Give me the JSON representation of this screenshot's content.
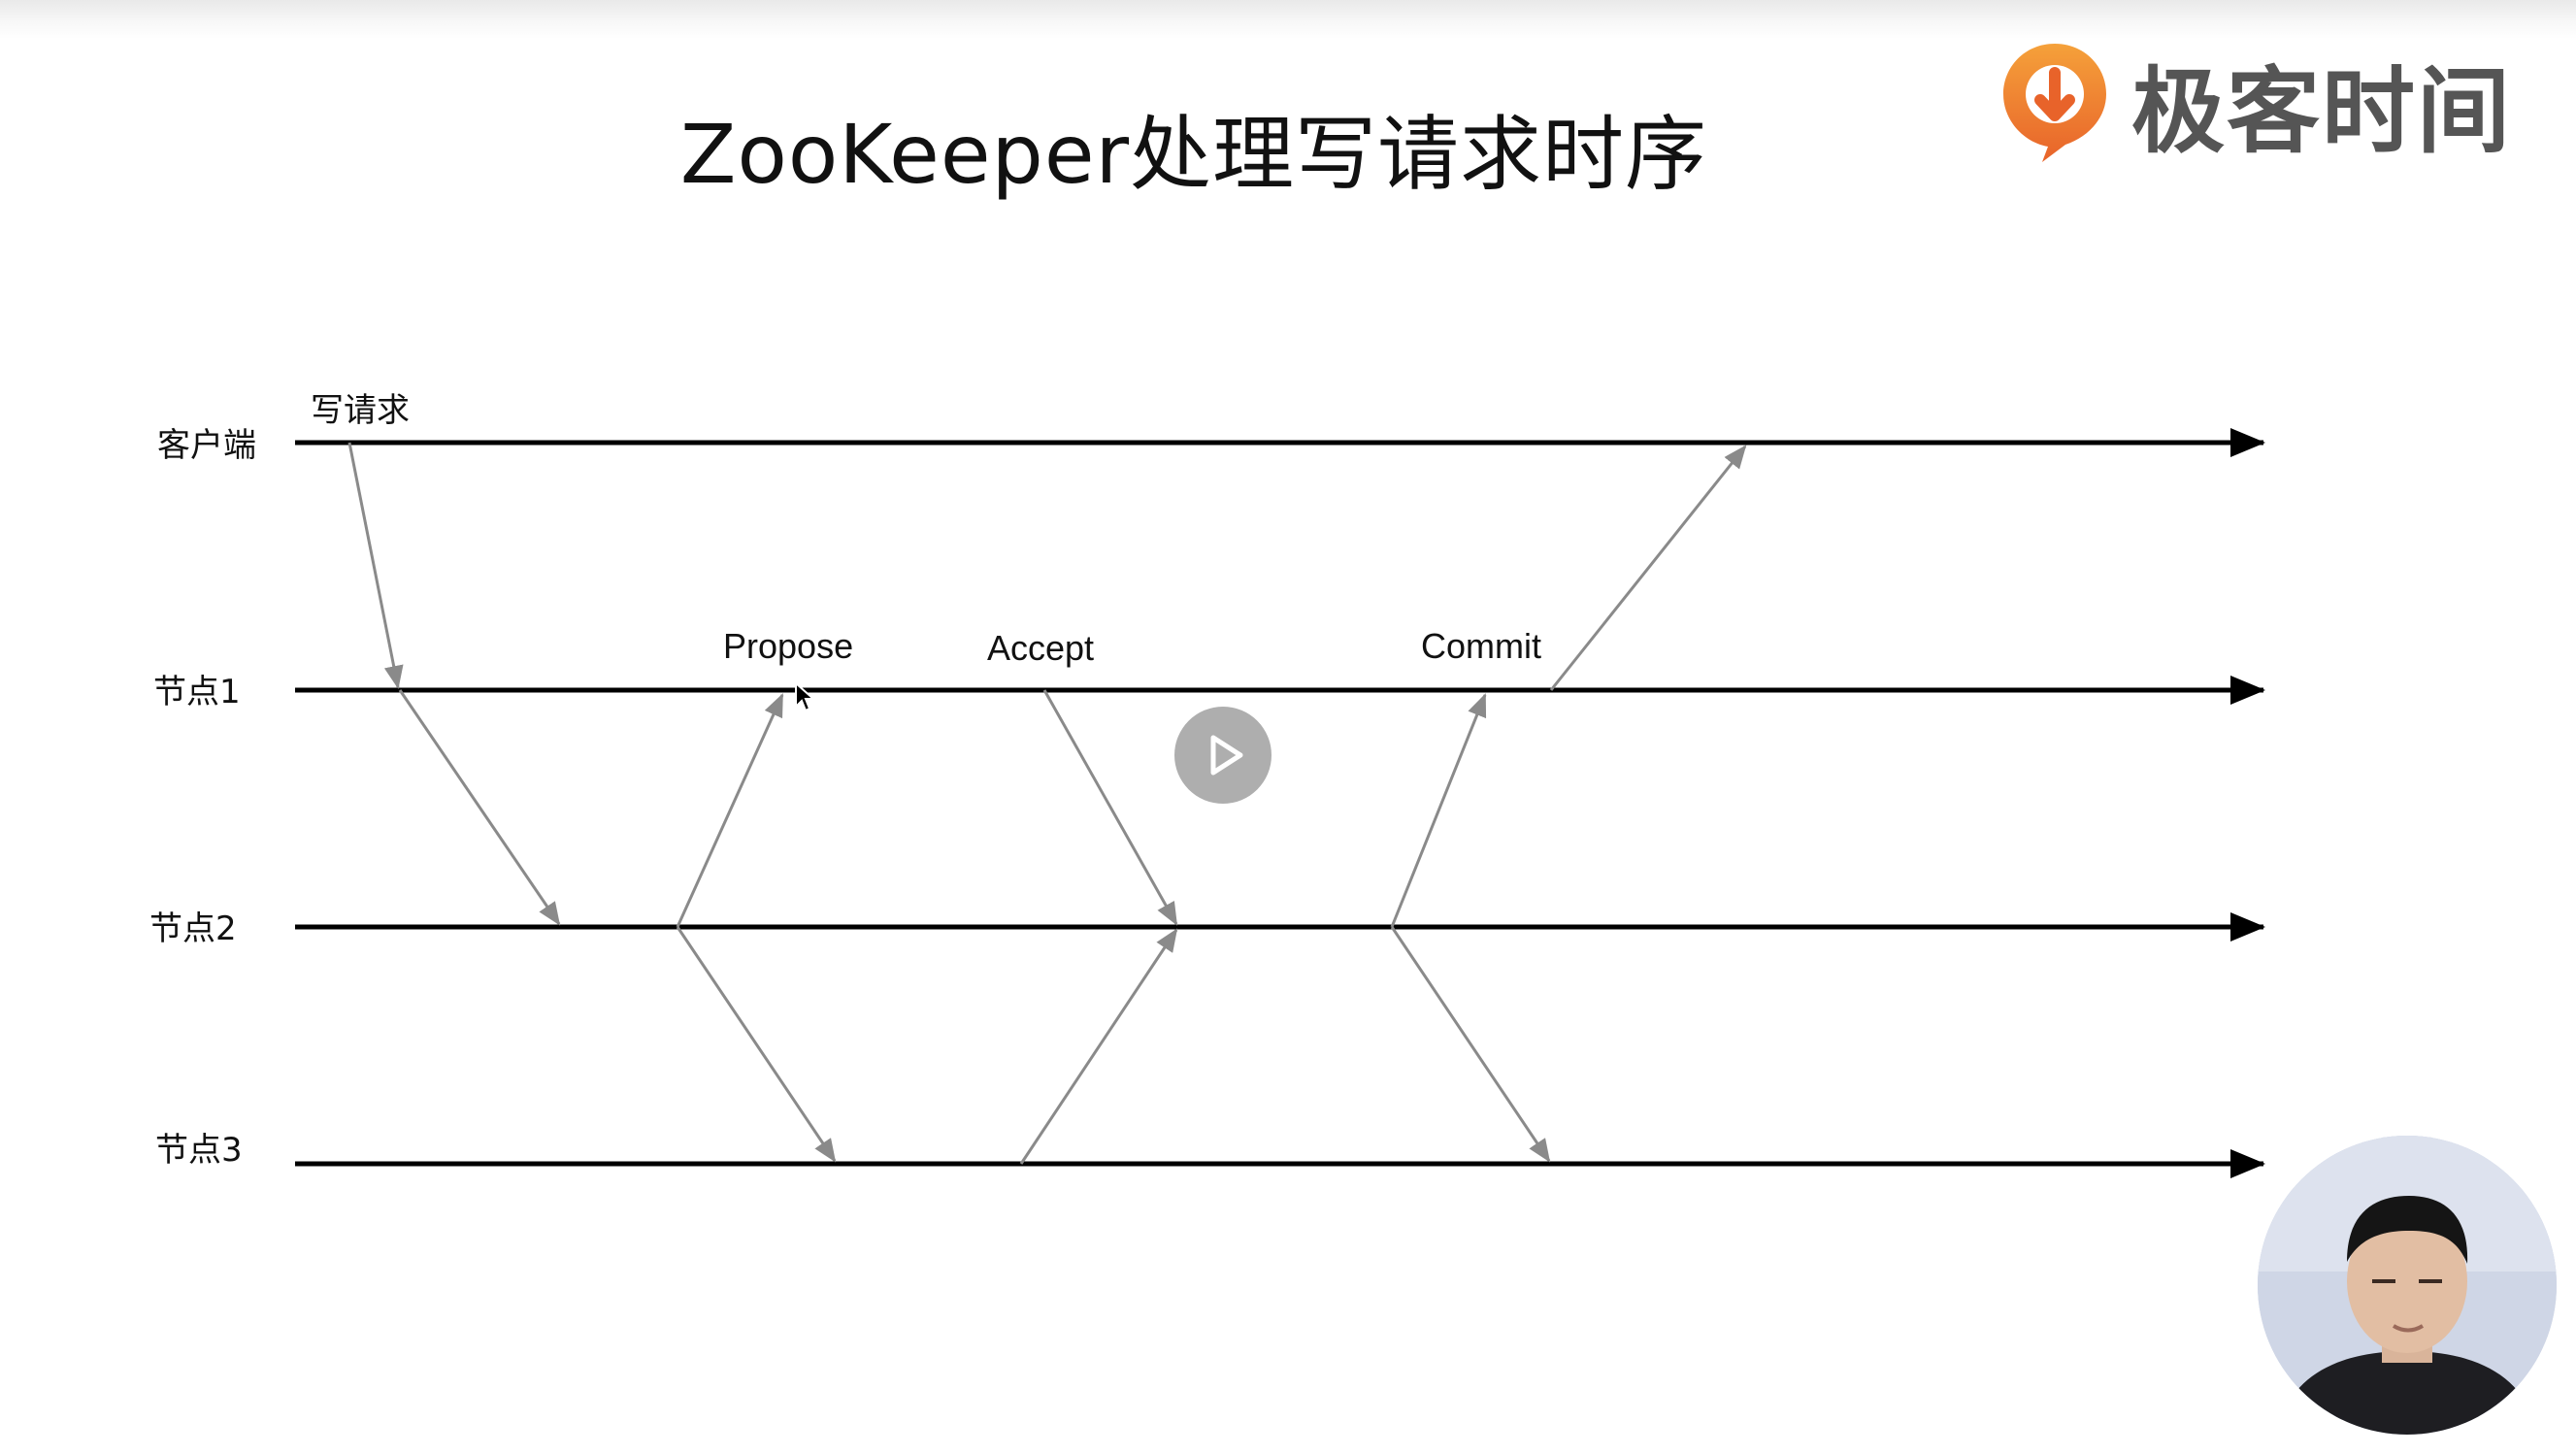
{
  "slide": {
    "title": "ZooKeeper处理写请求时序"
  },
  "brand": {
    "logo_text": "极客时间",
    "logo_icon": "geektime-logo-icon",
    "accent_color": "#f0812a"
  },
  "lanes": [
    {
      "label": "客户端"
    },
    {
      "label": "节点1"
    },
    {
      "label": "节点2"
    },
    {
      "label": "节点3"
    }
  ],
  "messages": {
    "write_request": "写请求",
    "propose": "Propose",
    "accept": "Accept",
    "commit": "Commit"
  },
  "colors": {
    "lane_line": "#000000",
    "message_arrow": "#8a8a8a",
    "play_button": "#a0a0a0"
  },
  "player": {
    "play_icon": "play-icon",
    "presenter": "presenter-avatar"
  }
}
